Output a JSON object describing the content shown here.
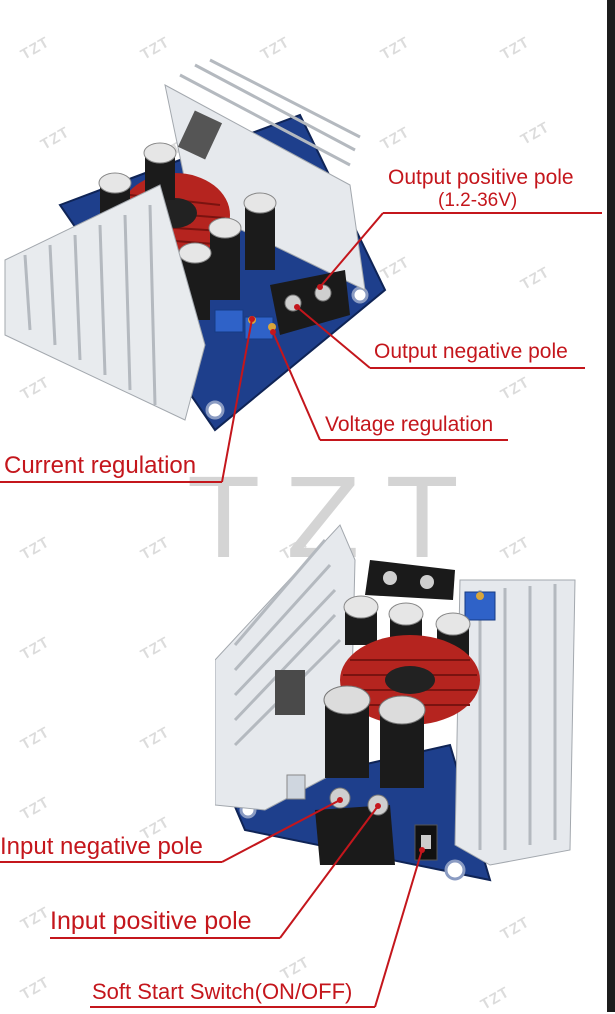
{
  "watermark": {
    "small": "TZT",
    "big": "TZT"
  },
  "labels": {
    "output_positive": "Output positive pole",
    "output_positive_range": "(1.2-36V)",
    "output_negative": "Output negative pole",
    "voltage_regulation": "Voltage regulation",
    "current_regulation": "Current regulation",
    "input_negative": "Input negative pole",
    "input_positive": "Input positive pole",
    "soft_start": "Soft Start Switch(ON/OFF)"
  },
  "colors": {
    "label_red": "#c4161c",
    "pcb_blue": "#1e3f8c",
    "heatsink_silver": "#d9dde2",
    "inductor_copper": "#b5241f"
  }
}
